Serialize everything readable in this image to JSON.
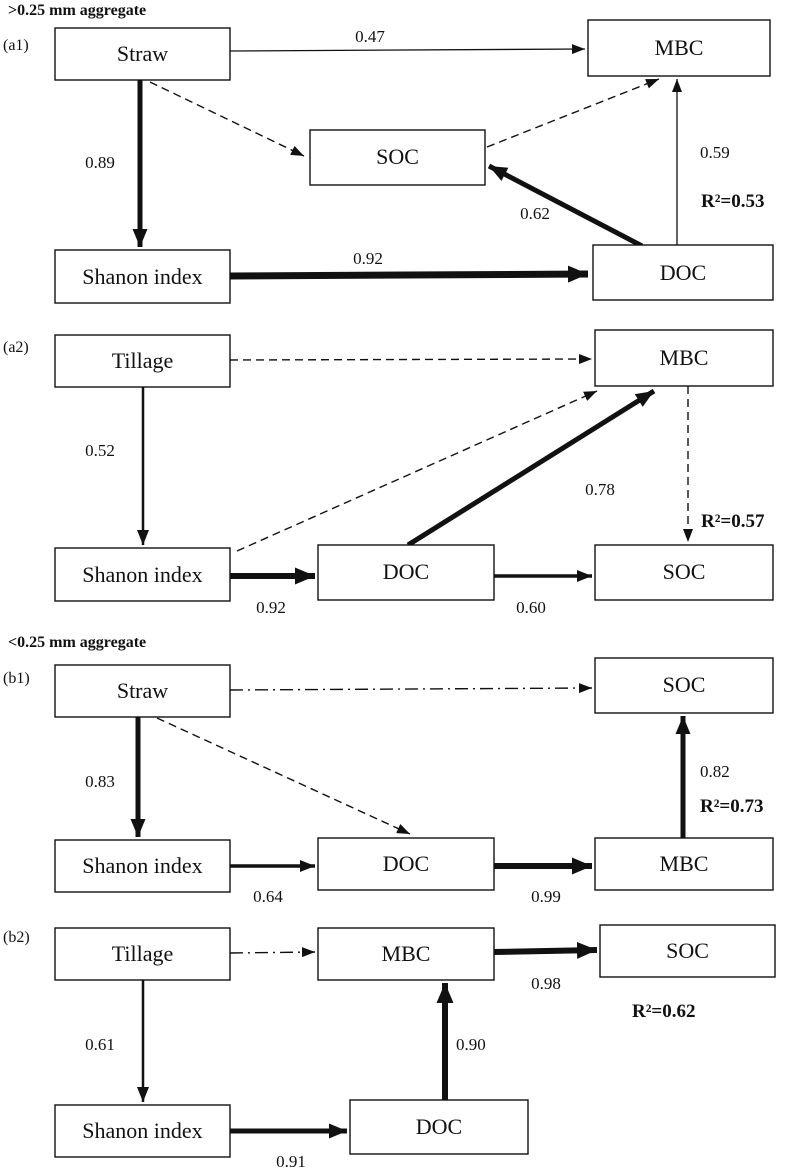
{
  "sections": {
    "top": ">0.25 mm aggregate",
    "bottom": "<0.25 mm aggregate"
  },
  "panels": {
    "a1": {
      "tag": "(a1)",
      "r2": "R²=0.53",
      "boxes": {
        "straw": "Straw",
        "mbc": "MBC",
        "soc": "SOC",
        "shanon": "Shanon index",
        "doc": "DOC"
      },
      "edges": [
        {
          "from": "Straw",
          "to": "MBC",
          "style": "solid-thin",
          "coef": "0.47"
        },
        {
          "from": "Straw",
          "to": "Shanon index",
          "style": "solid-thick",
          "coef": "0.89"
        },
        {
          "from": "Straw",
          "to": "SOC",
          "style": "dashed",
          "coef": ""
        },
        {
          "from": "SOC",
          "to": "MBC",
          "style": "dashed",
          "coef": ""
        },
        {
          "from": "DOC",
          "to": "MBC",
          "style": "solid-thin",
          "coef": "0.59"
        },
        {
          "from": "DOC",
          "to": "SOC",
          "style": "solid-thick",
          "coef": "0.62"
        },
        {
          "from": "Shanon index",
          "to": "DOC",
          "style": "solid-xthick",
          "coef": "0.92"
        }
      ]
    },
    "a2": {
      "tag": "(a2)",
      "r2": "R²=0.57",
      "boxes": {
        "tillage": "Tillage",
        "mbc": "MBC",
        "shanon": "Shanon index",
        "doc": "DOC",
        "soc": "SOC"
      },
      "edges": [
        {
          "from": "Tillage",
          "to": "MBC",
          "style": "dashed",
          "coef": ""
        },
        {
          "from": "Tillage",
          "to": "Shanon index",
          "style": "solid",
          "coef": "0.52"
        },
        {
          "from": "Shanon index",
          "to": "MBC",
          "style": "dashed",
          "coef": ""
        },
        {
          "from": "DOC",
          "to": "MBC",
          "style": "solid-thick",
          "coef": "0.78"
        },
        {
          "from": "MBC",
          "to": "SOC",
          "style": "dashed",
          "coef": ""
        },
        {
          "from": "Shanon index",
          "to": "DOC",
          "style": "solid-xthick",
          "coef": "0.92"
        },
        {
          "from": "DOC",
          "to": "SOC",
          "style": "solid",
          "coef": "0.60"
        }
      ]
    },
    "b1": {
      "tag": "(b1)",
      "r2": "R²=0.73",
      "boxes": {
        "straw": "Straw",
        "soc": "SOC",
        "shanon": "Shanon index",
        "doc": "DOC",
        "mbc": "MBC"
      },
      "edges": [
        {
          "from": "Straw",
          "to": "SOC",
          "style": "dashdot",
          "coef": ""
        },
        {
          "from": "Straw",
          "to": "Shanon index",
          "style": "solid-thick",
          "coef": "0.83"
        },
        {
          "from": "Straw",
          "to": "DOC",
          "style": "dashed",
          "coef": ""
        },
        {
          "from": "MBC",
          "to": "SOC",
          "style": "solid-thick",
          "coef": "0.82"
        },
        {
          "from": "Shanon index",
          "to": "DOC",
          "style": "solid",
          "coef": "0.64"
        },
        {
          "from": "DOC",
          "to": "MBC",
          "style": "solid-xthick",
          "coef": "0.99"
        }
      ]
    },
    "b2": {
      "tag": "(b2)",
      "r2": "R²=0.62",
      "boxes": {
        "tillage": "Tillage",
        "mbc": "MBC",
        "soc": "SOC",
        "shanon": "Shanon index",
        "doc": "DOC"
      },
      "edges": [
        {
          "from": "Tillage",
          "to": "MBC",
          "style": "dashdot",
          "coef": ""
        },
        {
          "from": "MBC",
          "to": "SOC",
          "style": "solid-thick",
          "coef": "0.98"
        },
        {
          "from": "Tillage",
          "to": "Shanon index",
          "style": "solid",
          "coef": "0.61"
        },
        {
          "from": "DOC",
          "to": "MBC",
          "style": "solid-thick",
          "coef": "0.90"
        },
        {
          "from": "Shanon index",
          "to": "DOC",
          "style": "solid-thick",
          "coef": "0.91"
        }
      ]
    }
  }
}
